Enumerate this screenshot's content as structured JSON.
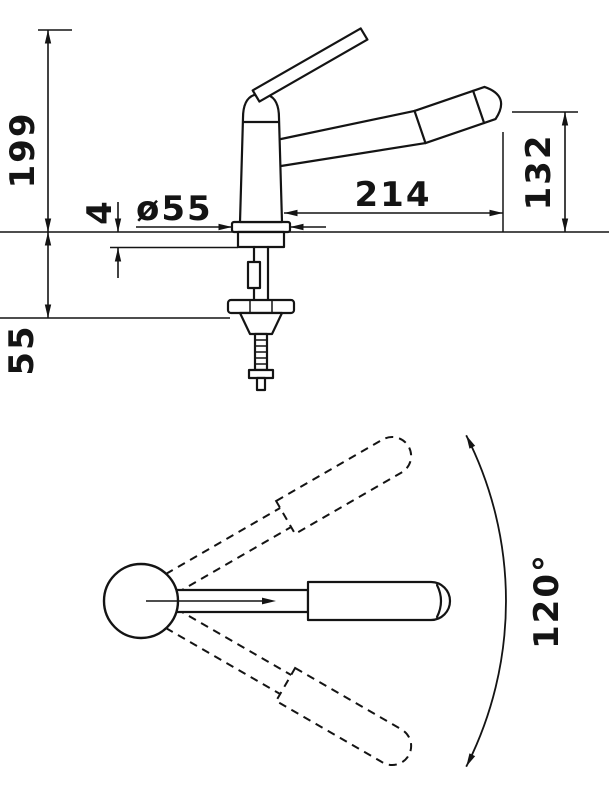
{
  "drawing": {
    "background": "#ffffff",
    "line_color": "#141414",
    "side_view": {
      "height_total": "199",
      "below_counter_depth": "55",
      "base_plate_thickness": "4",
      "base_diameter": "ø55",
      "spout_reach": "214",
      "spout_outlet_height": "132"
    },
    "top_view": {
      "swivel_angle": "120°"
    }
  }
}
